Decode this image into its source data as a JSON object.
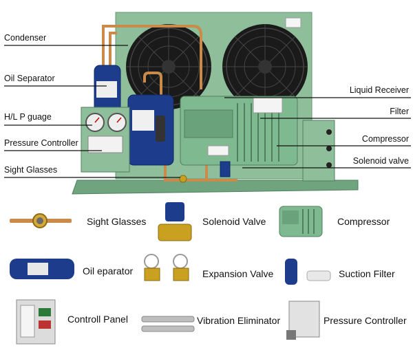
{
  "diagram": {
    "labels_left": [
      {
        "id": "condenser",
        "text": "Condenser"
      },
      {
        "id": "oil-separator",
        "text": "Oil Separator"
      },
      {
        "id": "hl-gauge",
        "text": "H/L P guage"
      },
      {
        "id": "pressure-controller",
        "text": "Pressure Controller"
      },
      {
        "id": "sight-glasses",
        "text": "Sight Glasses"
      }
    ],
    "labels_right": [
      {
        "id": "liquid-receiver",
        "text": "Liquid Receiver"
      },
      {
        "id": "filter",
        "text": "Filter"
      },
      {
        "id": "compressor",
        "text": "Compressor"
      },
      {
        "id": "solenoid-valve",
        "text": "Solenoid valve"
      }
    ],
    "parts": [
      {
        "id": "sight-glasses",
        "text": "Sight Glasses"
      },
      {
        "id": "solenoid-valve",
        "text": "Solenoid Valve"
      },
      {
        "id": "compressor",
        "text": "Compressor"
      },
      {
        "id": "oil-separator",
        "text": "Oil eparator"
      },
      {
        "id": "expansion-valve",
        "text": "Expansion Valve"
      },
      {
        "id": "suction-filter",
        "text": "Suction Filter"
      },
      {
        "id": "control-panel",
        "text": "Controll Panel"
      },
      {
        "id": "vibration-eliminator",
        "text": "Vibration Eliminator"
      },
      {
        "id": "pressure-controller",
        "text": "Pressure Controller"
      }
    ],
    "colors": {
      "frame_green": "#8fbf9a",
      "frame_dark": "#5f9a70",
      "copper": "#c98a4a",
      "blue_tank": "#1e3c8c",
      "fan_black": "#1a1a1a",
      "compressor_green": "#7fb98f"
    }
  }
}
